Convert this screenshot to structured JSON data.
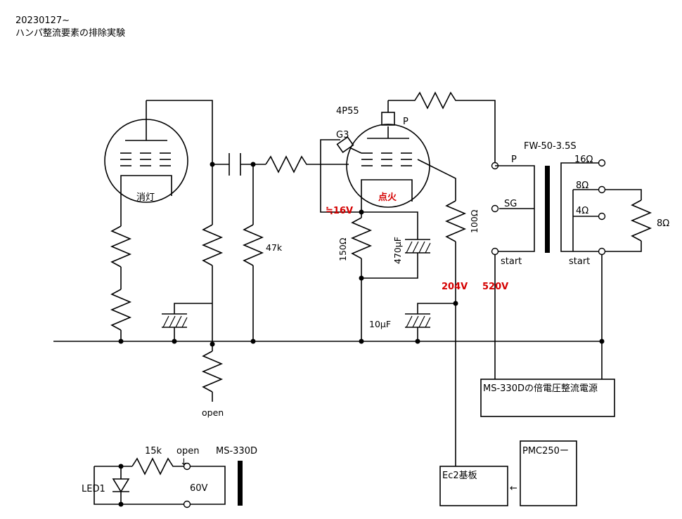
{
  "header": {
    "date": "20230127~",
    "title": "ハンパ整流要素の排除実験"
  },
  "labels": {
    "tube2_name": "4P55",
    "plate_p": "P",
    "g3": "G3",
    "tube1_state": "消灯",
    "tube2_state": "点火",
    "cathode_v": "≒16V",
    "r_cathode": "150Ω",
    "c_cathode": "470μF",
    "r_100": "100Ω",
    "r_47k": "47k",
    "v_204": "204V",
    "v_520": "520V",
    "c_10u": "10μF",
    "open_bottom": "open",
    "transformer": "FW-50-3.5S",
    "t_p": "P",
    "t_sg": "SG",
    "t_start_l": "start",
    "t_16": "16Ω",
    "t_8": "8Ω",
    "t_4": "4Ω",
    "t_start_r": "start",
    "load_8": "8Ω",
    "psu_box": "MS-330Dの倍電圧整流電源",
    "ec2_box": "Ec2基板",
    "pmc_box": "PMC250ー",
    "arrow": "←",
    "r_15k": "15k",
    "open_switch": "open",
    "open_arrow": "↓",
    "ms330d": "MS-330D",
    "led1": "LED1",
    "v_60": "60V"
  },
  "colors": {
    "line": "#000000",
    "voltage_label": "#d40000",
    "background": "#ffffff"
  }
}
